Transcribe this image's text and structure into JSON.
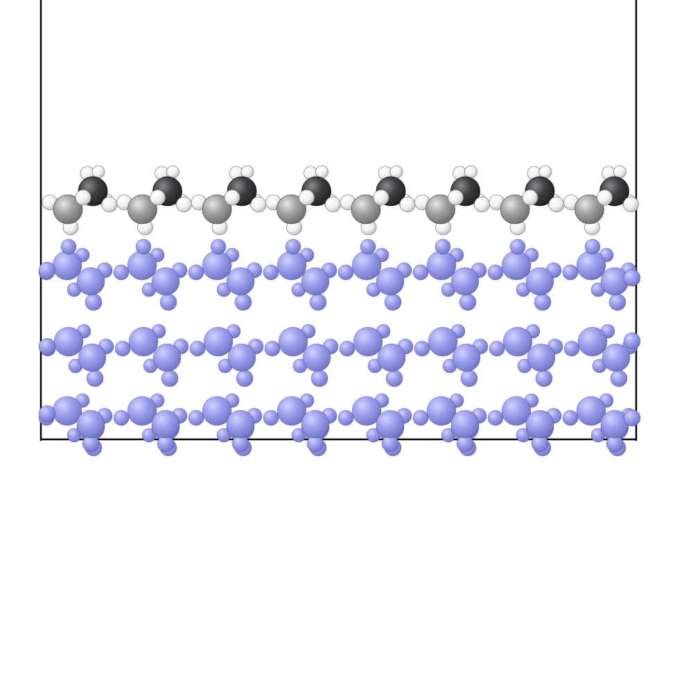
{
  "scene": {
    "kind": "molecular-structure-render",
    "view": "side",
    "background_color": "#ffffff",
    "cell_outline_color": "#000000",
    "substrate": {
      "element_role": "slab-atom",
      "color": "#9c9eec",
      "ring_columns": 8,
      "ring_rows": 3
    },
    "adsorbate_chains": {
      "count": 8,
      "atom_colors": {
        "carbon-dark": "#3f3f41",
        "carbon-light": "#a2a2a2",
        "hydrogen": "#f0f0f0"
      }
    }
  }
}
